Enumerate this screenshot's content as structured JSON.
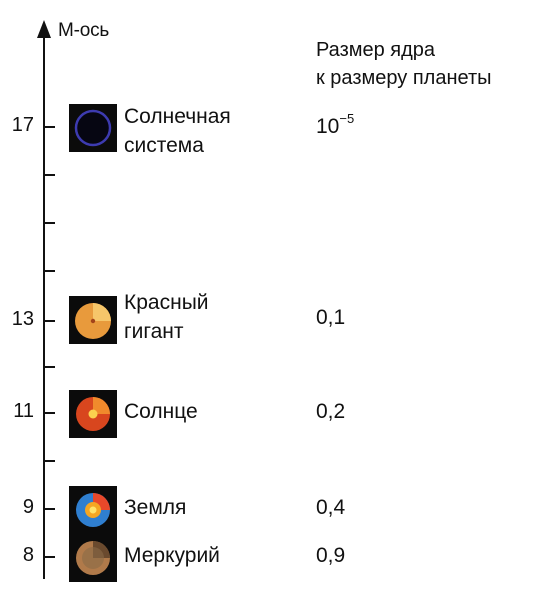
{
  "axis": {
    "title": "М-ось"
  },
  "header": {
    "line1": "Размер ядра",
    "line2": "к размеру планеты"
  },
  "tick_labels": {
    "t17": "17",
    "t13": "13",
    "t11": "11",
    "t9": "9",
    "t8": "8"
  },
  "objects": [
    {
      "axis_value": 17,
      "name_line1": "Солнечная",
      "name_line2": "система",
      "ratio_base": "10",
      "ratio_exp": "−5",
      "icon": "solar-system-ring-icon"
    },
    {
      "axis_value": 13,
      "name_line1": "Красный",
      "name_line2": "гигант",
      "ratio": "0,1",
      "icon": "red-giant-cutaway-icon"
    },
    {
      "axis_value": 11,
      "name_line1": "Солнце",
      "ratio": "0,2",
      "icon": "sun-cutaway-icon"
    },
    {
      "axis_value": 9,
      "name_line1": "Земля",
      "ratio": "0,4",
      "icon": "earth-cutaway-icon"
    },
    {
      "axis_value": 8,
      "name_line1": "Меркурий",
      "ratio": "0,9",
      "icon": "mercury-cutaway-icon"
    }
  ],
  "colors": {
    "axis": "#111111",
    "icon_bg": "#0b0b0b",
    "solar_ring": "#3d3bb0",
    "red_giant": "#e89a3c",
    "sun": "#d8461e",
    "earth": "#2f7fd0",
    "mercury": "#b07a4a"
  }
}
